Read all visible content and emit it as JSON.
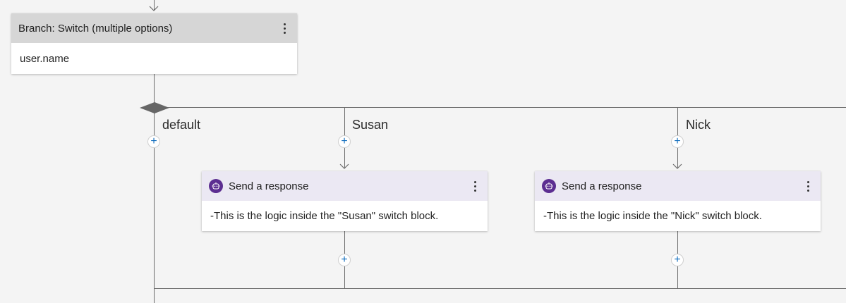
{
  "branch_node": {
    "title": "Branch: Switch (multiple options)",
    "value": "user.name"
  },
  "branches": [
    {
      "label": "default"
    },
    {
      "label": "Susan"
    },
    {
      "label": "Nick"
    }
  ],
  "cards": [
    {
      "title": "Send a response",
      "body": "-This is the logic inside the \"Susan\" switch block."
    },
    {
      "title": "Send a response",
      "body": "-This is the logic inside the \"Nick\" switch block."
    }
  ],
  "add_symbol": "+",
  "colors": {
    "connector": "#6b6b6b",
    "add_button": "#0f6cbd",
    "bot_icon_bg": "#5c2e91",
    "branch_header_bg": "#d6d6d6",
    "response_header_bg": "#ebe8f3"
  }
}
